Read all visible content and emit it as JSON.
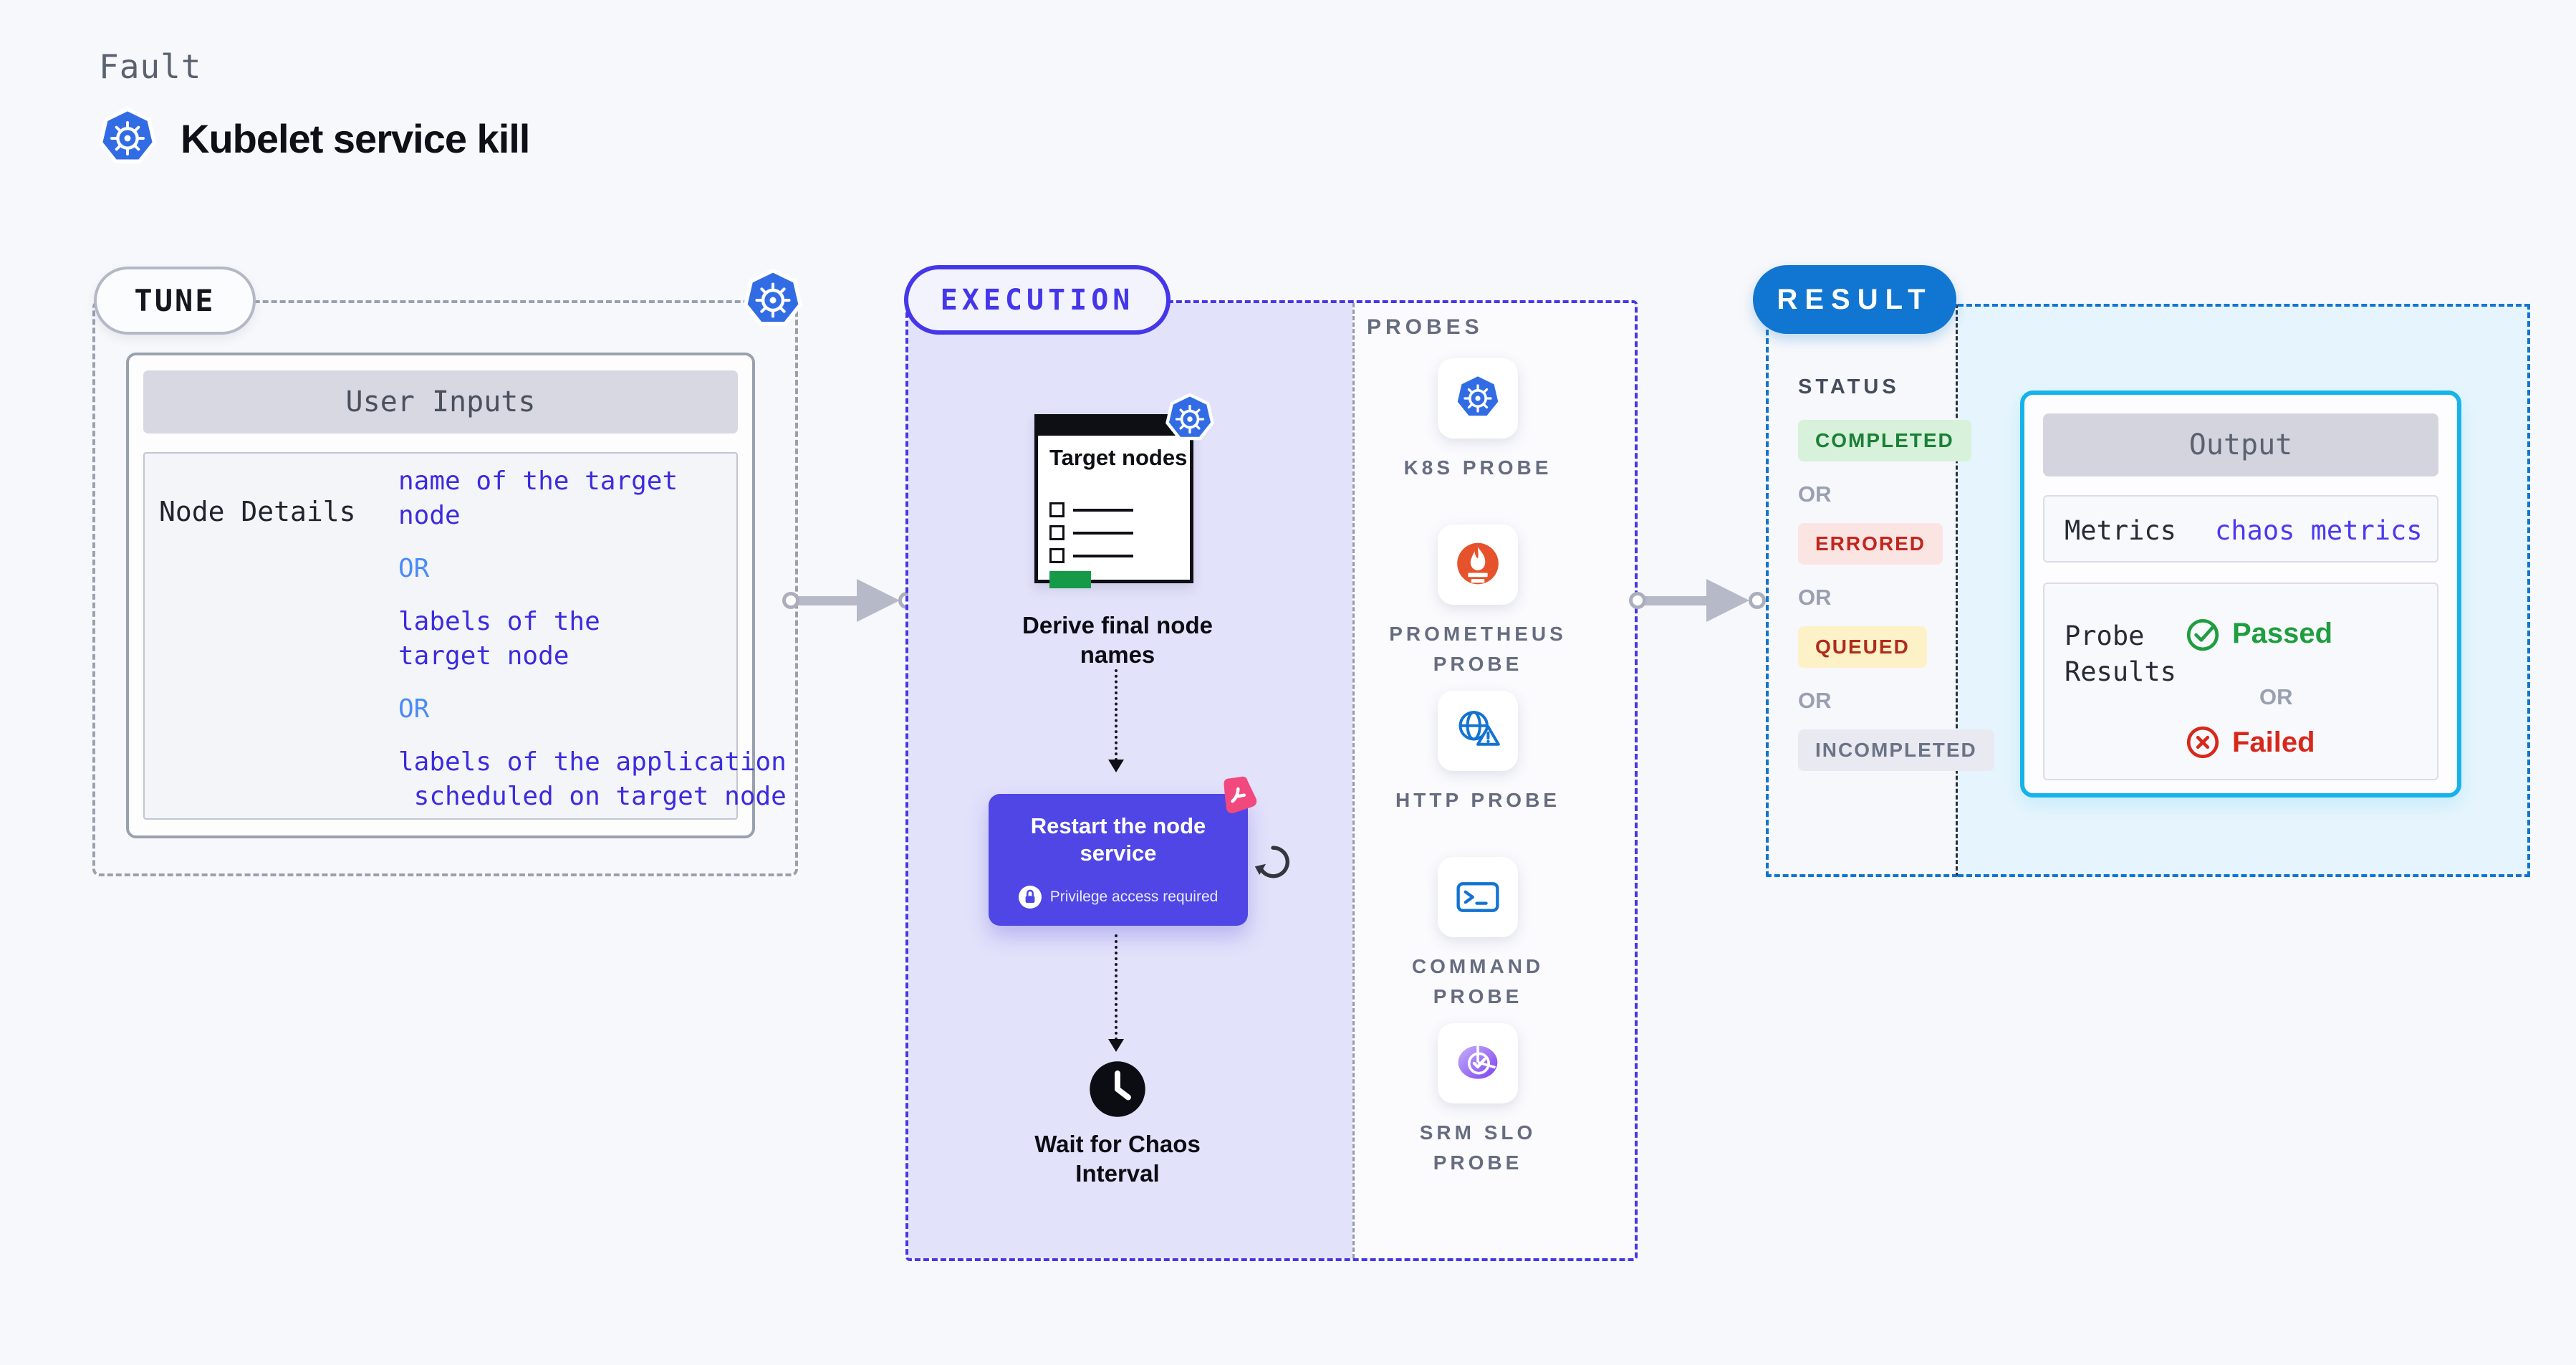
{
  "header": {
    "kicker": "Fault",
    "title": "Kubelet service kill"
  },
  "tune": {
    "badge": "TUNE",
    "card_title": "User Inputs",
    "row_label": "Node Details",
    "or": "OR",
    "options": [
      {
        "line1": "name of the target",
        "line2": "node"
      },
      {
        "line1": "labels of the",
        "line2": "target node"
      },
      {
        "line1": "labels of the application",
        "line2": " scheduled on target node"
      }
    ]
  },
  "execution": {
    "badge": "EXECUTION",
    "target_card_title": "Target nodes",
    "derive_label": "Derive final node names",
    "restart_title": "Restart the node service",
    "privilege_note": "Privilege access required",
    "wait_label": "Wait for Chaos Interval"
  },
  "probes": {
    "heading": "PROBES",
    "items": [
      {
        "label": "K8S PROBE",
        "icon": "kubernetes-icon"
      },
      {
        "label": "PROMETHEUS PROBE",
        "icon": "prometheus-icon"
      },
      {
        "label": "HTTP PROBE",
        "icon": "http-globe-warning-icon"
      },
      {
        "label": "COMMAND PROBE",
        "icon": "terminal-icon"
      },
      {
        "label": "SRM SLO PROBE",
        "icon": "slo-gauge-icon"
      }
    ]
  },
  "result": {
    "badge": "RESULT",
    "status_heading": "STATUS",
    "or": "OR",
    "statuses": [
      {
        "label": "COMPLETED"
      },
      {
        "label": "ERRORED"
      },
      {
        "label": "QUEUED"
      },
      {
        "label": "INCOMPLETED"
      }
    ],
    "output": {
      "title": "Output",
      "metrics_label": "Metrics",
      "metrics_value": "chaos metrics",
      "probe_results_label": "Probe Results",
      "passed": "Passed",
      "or": "OR",
      "failed": "Failed"
    }
  },
  "colors": {
    "accent_indigo": "#4537e9",
    "accent_blue": "#1176d1",
    "accent_cyan": "#16b3e9",
    "restart_purple": "#4f46e5",
    "passed_green": "#1e9e3e",
    "failed_red": "#d7281b",
    "kubernetes_blue": "#326ce5",
    "prometheus_orange": "#e6522c",
    "litmus_pink": "#f1487e",
    "option_blue": "#3b2cdf",
    "or_blue": "#4a8cf7"
  }
}
